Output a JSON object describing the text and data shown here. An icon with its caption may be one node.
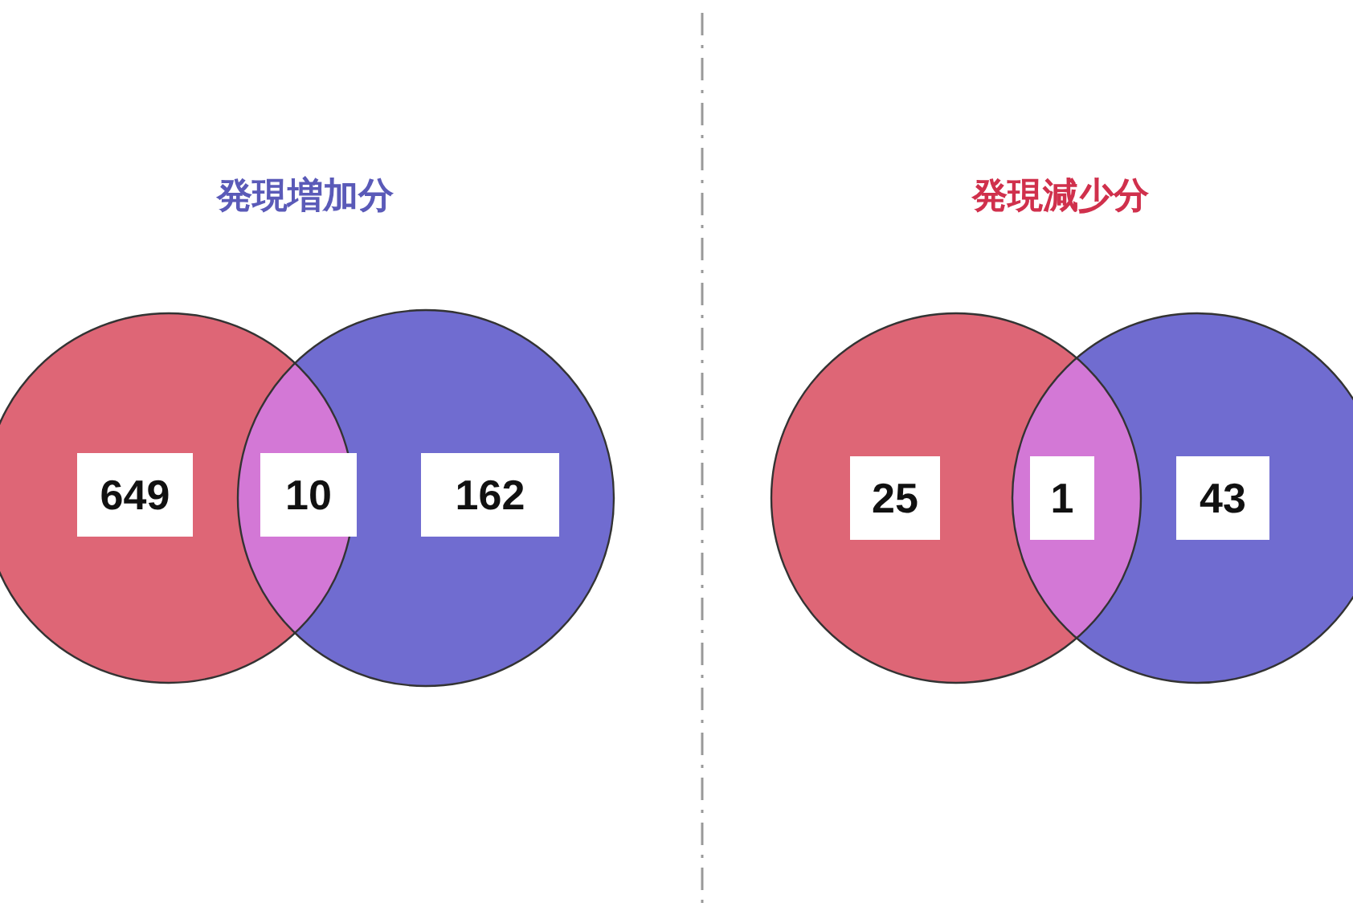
{
  "diagram": {
    "nodes": [
      {
        "text": [
          "649"
        ]
      },
      {
        "text": [
          "10"
        ]
      },
      {
        "text": [
          "162"
        ]
      },
      {
        "text": [
          "25"
        ]
      },
      {
        "text": [
          "1"
        ]
      },
      {
        "text": [
          "43"
        ]
      }
    ],
    "labels": [
      "発現増加分",
      "発現減少分"
    ]
  }
}
